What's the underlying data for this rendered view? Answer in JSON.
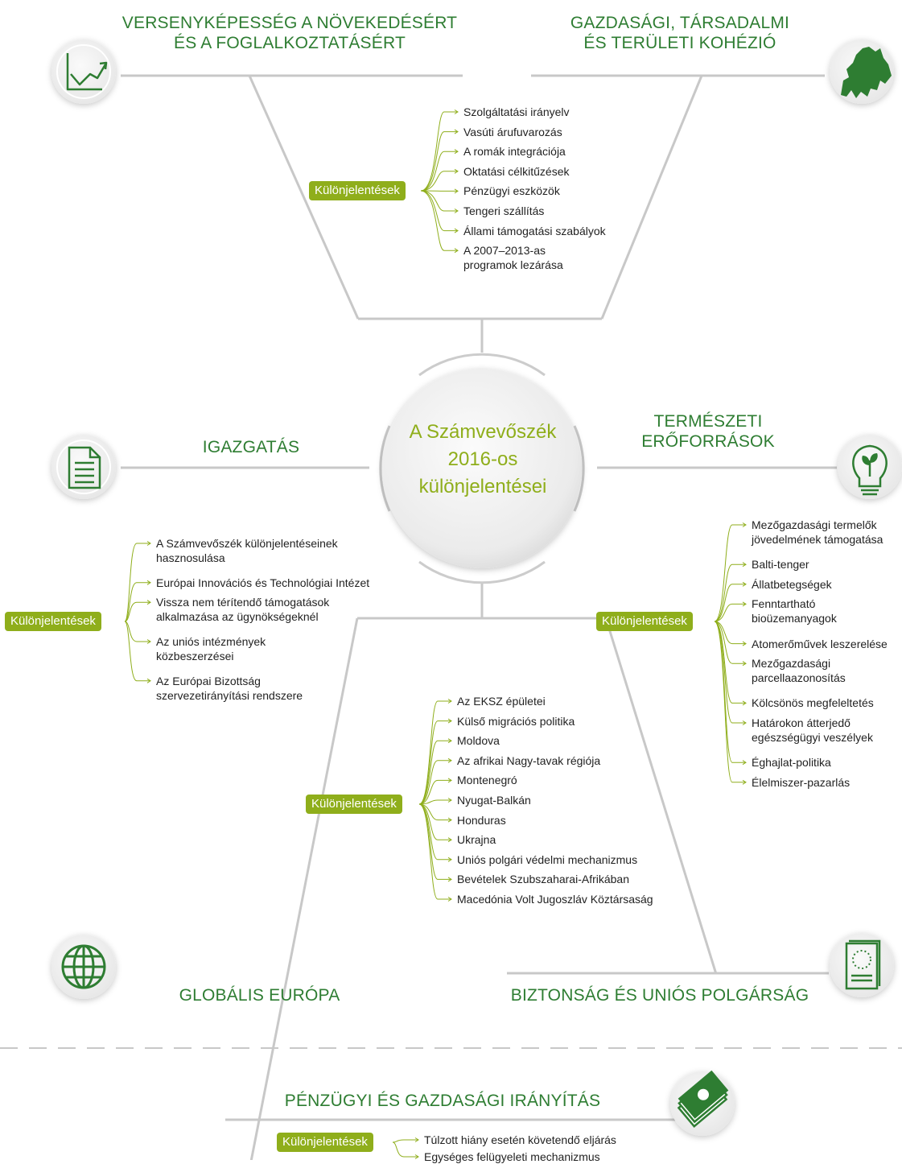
{
  "center": {
    "lines": [
      "A Számvevőszék",
      "2016-os",
      "különjelentései"
    ]
  },
  "tag_label": "Különjelentések",
  "sections": {
    "versenykepesseg": {
      "title": [
        "VERSENYKÉPESSÉG A NÖVEKEDÉSÉRT",
        "ÉS A FOGLALKOZTATÁSÉRT"
      ],
      "icon": "chart-icon"
    },
    "kohezio": {
      "title": [
        "GAZDASÁGI, TÁRSADALMI",
        "ÉS TERÜLETI KOHÉZIÓ"
      ],
      "icon": "eu-map-icon"
    },
    "igazgatas": {
      "title": [
        "IGAZGATÁS"
      ],
      "icon": "document-icon"
    },
    "termeszeti": {
      "title": [
        "TERMÉSZETI",
        "ERŐFORRÁSOK"
      ],
      "icon": "lightbulb-plant-icon"
    },
    "globalis": {
      "title": [
        "GLOBÁLIS EURÓPA"
      ],
      "icon": "globe-icon"
    },
    "biztonsag": {
      "title": [
        "BIZTONSÁG ÉS UNIÓS POLGÁRSÁG"
      ],
      "icon": "passport-icon"
    },
    "penzugyi": {
      "title": [
        "PÉNZÜGYI ÉS GAZDASÁGI IRÁNYÍTÁS"
      ],
      "icon": "banknotes-icon"
    }
  },
  "reports": {
    "top": [
      [
        "Szolgáltatási irányelv"
      ],
      [
        "Vasúti árufuvarozás"
      ],
      [
        "A romák integrációja"
      ],
      [
        "Oktatási célkitűzések"
      ],
      [
        "Pénzügyi eszközök"
      ],
      [
        "Tengeri szállítás"
      ],
      [
        "Állami támogatási szabályok"
      ],
      [
        "A 2007–2013-as",
        "programok lezárása"
      ]
    ],
    "left": [
      [
        "A Számvevőszék különjelentéseinek",
        "hasznosulása"
      ],
      [
        "Európai Innovációs és Technológiai Intézet"
      ],
      [
        "Vissza nem térítendő támogatások",
        "alkalmazása az ügynökségeknél"
      ],
      [
        "Az uniós intézmények",
        "közbeszerzései"
      ],
      [
        "Az Európai Bizottság",
        "szervezetirányítási rendszere"
      ]
    ],
    "right": [
      [
        "Mezőgazdasági termelők",
        "jövedelmének támogatása"
      ],
      [
        "Balti-tenger"
      ],
      [
        "Állatbetegségek"
      ],
      [
        "Fenntartható",
        "bioüzemanyagok"
      ],
      [
        "Atomerőművek leszerelése"
      ],
      [
        "Mezőgazdasági",
        "parcellaazonosítás"
      ],
      [
        "Kölcsönös megfeleltetés"
      ],
      [
        "Határokon átterjedő",
        "egészségügyi veszélyek"
      ],
      [
        "Éghajlat-politika"
      ],
      [
        "Élelmiszer-pazarlás"
      ]
    ],
    "bottom": [
      [
        "Az EKSZ épületei"
      ],
      [
        "Külső migrációs politika"
      ],
      [
        "Moldova"
      ],
      [
        "Az afrikai Nagy-tavak régiója"
      ],
      [
        "Montenegró"
      ],
      [
        "Nyugat-Balkán"
      ],
      [
        "Honduras"
      ],
      [
        "Ukrajna"
      ],
      [
        "Uniós polgári védelmi mechanizmus"
      ],
      [
        "Bevételek Szubszaharai-Afrikában"
      ],
      [
        "Macedónia Volt Jugoszláv Köztársaság"
      ]
    ],
    "penzugyi": [
      [
        "Túlzott hiány esetén követendő eljárás"
      ],
      [
        "Egységes felügyeleti mechanizmus"
      ]
    ]
  },
  "colors": {
    "dark_green": "#2e7d32",
    "lime": "#8fae1b",
    "grey_line": "#c8c8c8",
    "icon_bg": "#f0f0f0"
  }
}
